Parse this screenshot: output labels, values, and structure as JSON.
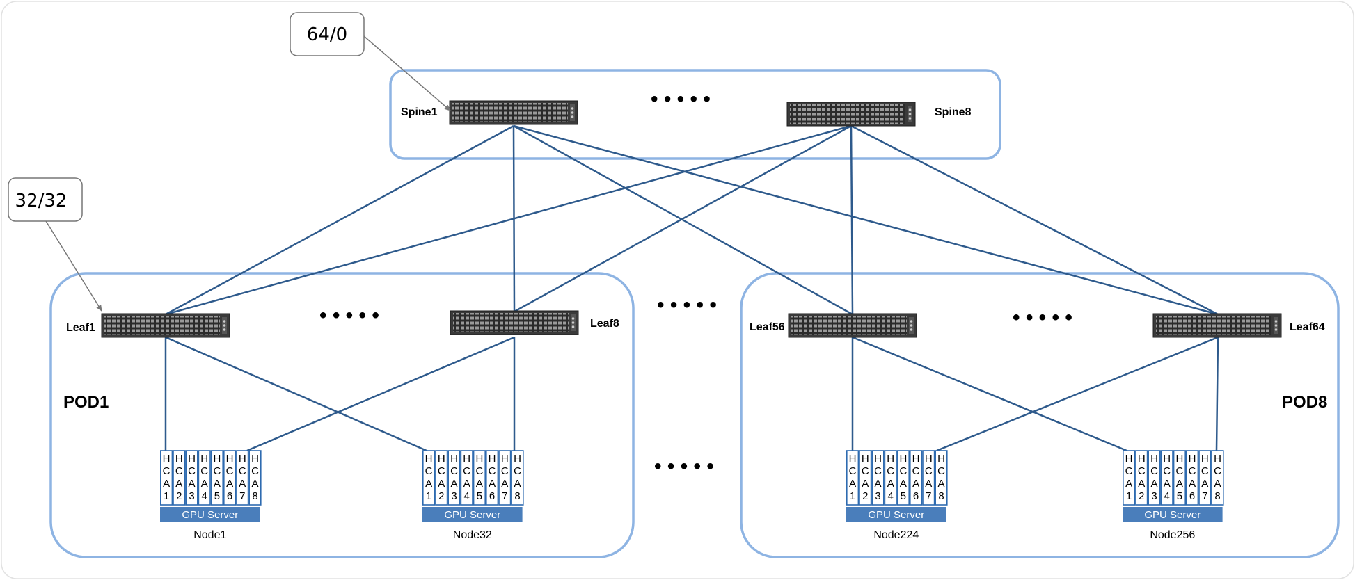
{
  "callouts": {
    "spine": "64/0",
    "leaf": "32/32"
  },
  "spines": [
    {
      "id": "spine1",
      "label": "Spine1"
    },
    {
      "id": "spine8",
      "label": "Spine8"
    }
  ],
  "leaves": [
    {
      "id": "leaf1",
      "label": "Leaf1"
    },
    {
      "id": "leaf8",
      "label": "Leaf8"
    },
    {
      "id": "leaf56",
      "label": "Leaf56"
    },
    {
      "id": "leaf64",
      "label": "Leaf64"
    }
  ],
  "pods": [
    {
      "id": "pod1",
      "label": "POD1"
    },
    {
      "id": "pod8",
      "label": "POD8"
    }
  ],
  "nodes": [
    {
      "id": "node1",
      "label": "Node1"
    },
    {
      "id": "node32",
      "label": "Node32"
    },
    {
      "id": "node224",
      "label": "Node224"
    },
    {
      "id": "node256",
      "label": "Node256"
    }
  ],
  "gpu_server_label": "GPU Server",
  "hca_prefix": [
    "H",
    "C",
    "A"
  ],
  "hca_numbers": [
    "1",
    "2",
    "3",
    "4",
    "5",
    "6",
    "7",
    "8"
  ],
  "ellipsis": "• • • • •",
  "colors": {
    "group_border": "#8EB4E3",
    "link": "#2E5A8C",
    "gpu_bar": "#4A7EBB",
    "hca_border": "#2E6BB0",
    "callout_border": "#777777",
    "switch_body": "#3a3a3a"
  }
}
